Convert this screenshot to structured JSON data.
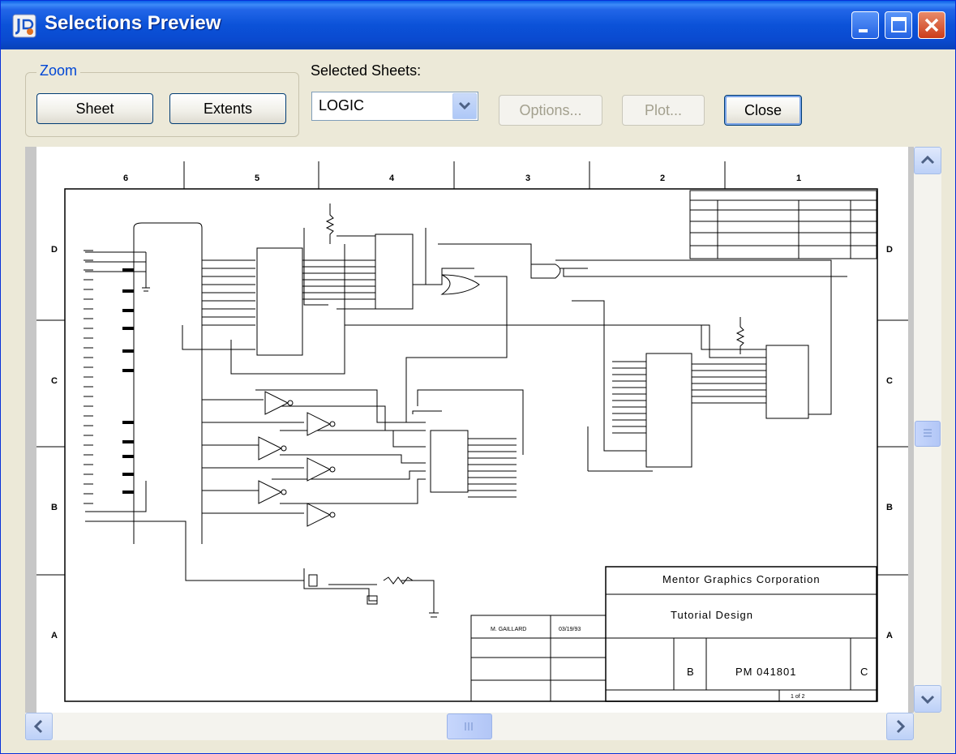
{
  "window": {
    "title": "Selections Preview",
    "icon": "java-app-icon"
  },
  "titlebar_buttons": [
    "minimize-icon",
    "maximize-icon",
    "close-icon"
  ],
  "zoom": {
    "legend": "Zoom",
    "sheet_label": "Sheet",
    "extents_label": "Extents"
  },
  "sheets": {
    "label": "Selected Sheets:",
    "selected": "LOGIC"
  },
  "toolbar": {
    "options_label": "Options...",
    "plot_label": "Plot...",
    "close_label": "Close"
  },
  "drawing": {
    "column_labels": [
      "6",
      "5",
      "4",
      "3",
      "2",
      "1"
    ],
    "row_labels": [
      "D",
      "C",
      "B",
      "A"
    ],
    "title_block": {
      "company": "Mentor Graphics Corporation",
      "title": "Tutorial Design",
      "size": "B",
      "drawing_number": "PM 041801",
      "revision": "C",
      "sheet": "1 of 2",
      "drawn_by": "M. GAILLARD",
      "date": "03/19/93"
    }
  },
  "colors": {
    "titlebar": "#0a4ad0",
    "window_bg": "#ece9d8",
    "accent": "#0046d5"
  }
}
